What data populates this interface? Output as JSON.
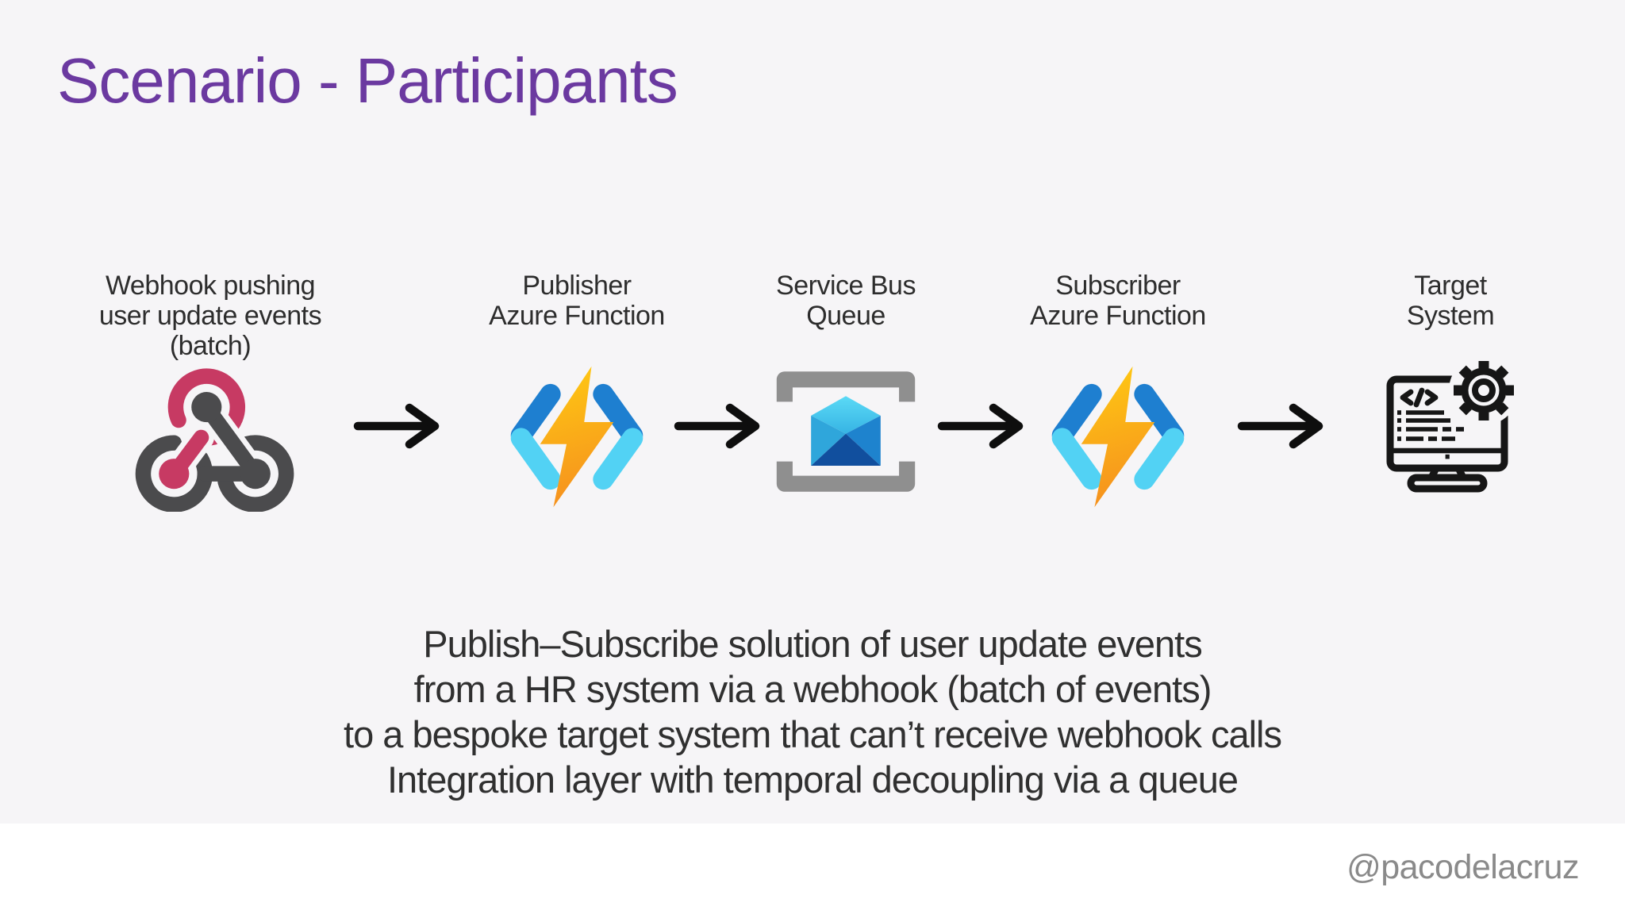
{
  "slide": {
    "title": "Scenario - Participants",
    "footer_handle": "@pacodelacruz"
  },
  "participants": [
    {
      "name": "webhook",
      "icon": "webhook-icon",
      "label_lines": [
        "Webhook pushing",
        "user update events",
        "(batch)"
      ]
    },
    {
      "name": "publisher-azure-function",
      "icon": "azure-function-icon",
      "label_lines": [
        "Publisher",
        "Azure Function"
      ]
    },
    {
      "name": "service-bus-queue",
      "icon": "service-bus-queue-icon",
      "label_lines": [
        "Service Bus",
        "Queue"
      ]
    },
    {
      "name": "subscriber-azure-function",
      "icon": "azure-function-icon",
      "label_lines": [
        "Subscriber",
        "Azure Function"
      ]
    },
    {
      "name": "target-system",
      "icon": "target-system-icon",
      "label_lines": [
        "Target",
        "System"
      ]
    }
  ],
  "flow": {
    "arrow_count": 4,
    "direction": "right"
  },
  "description_lines": [
    "Publish–Subscribe solution of user update events",
    "from a HR system via a webhook (batch of events)",
    "to a bespoke target system that can’t receive webhook calls",
    "Integration layer with temporal decoupling via a queue"
  ],
  "colors": {
    "background": "#F6F5F7",
    "footer_band": "#FFFFFF",
    "title": "#6B39A0",
    "body_text": "#2F2F2F",
    "footer_text": "#8A8A8A",
    "arrow": "#0E0E0E",
    "webhook_crimson": "#C73A63",
    "webhook_dark": "#4B4B4D",
    "function_bolt_top": "#FFCB12",
    "function_bolt_bottom": "#F6921E",
    "bracket_dark_blue": "#1E7FD0",
    "bracket_light_cyan": "#52D2F4",
    "service_bus_gray": "#8F8F8F",
    "envelope_light": "#4CCBEF",
    "envelope_mid": "#2FA6DB",
    "envelope_deep": "#1E83CE",
    "envelope_dark": "#114F9E",
    "target_outline": "#161616"
  }
}
